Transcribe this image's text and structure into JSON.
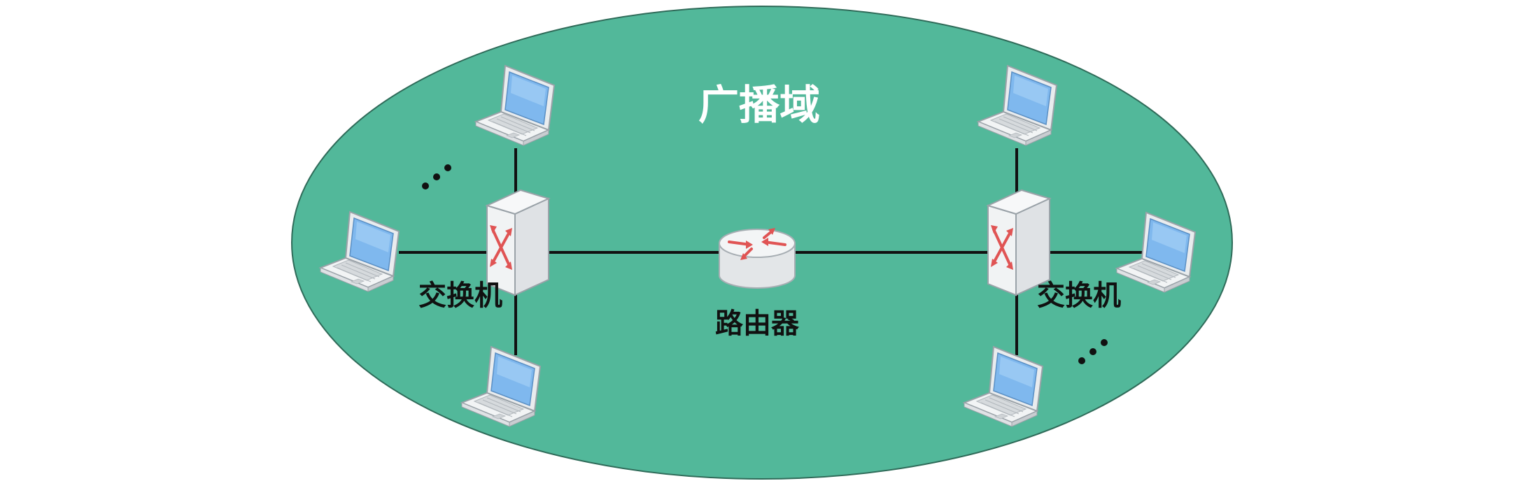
{
  "title": "广播域",
  "devices": {
    "left_switch_label": "交换机",
    "router_label": "路由器",
    "right_switch_label": "交换机"
  },
  "ellipsis": "…",
  "colors": {
    "domain_fill": "#52b89a",
    "domain_stroke": "#2f6b59",
    "link": "#111111",
    "arrow": "#e05454",
    "screen": "#7fb8ee",
    "device_body": "#eef0f1"
  },
  "icons": {
    "laptop": "laptop-icon",
    "switch": "switch-icon",
    "router": "router-icon"
  }
}
